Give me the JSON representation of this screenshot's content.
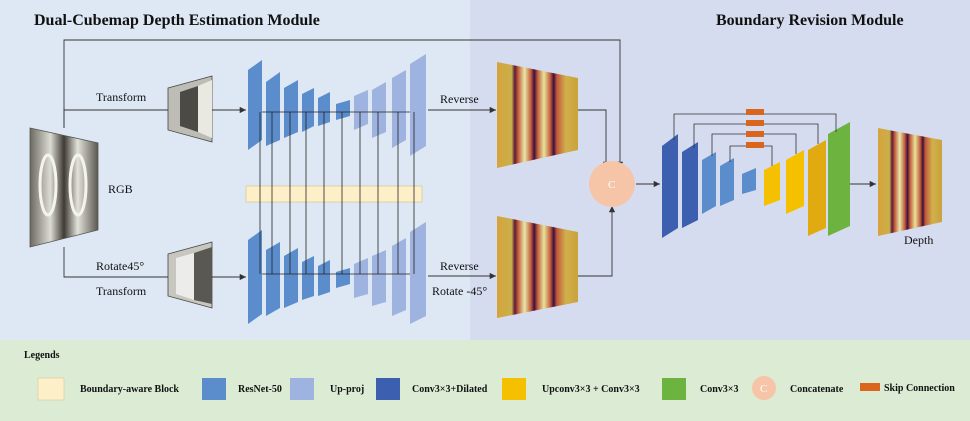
{
  "titles": {
    "left": "Dual-Cubemap Depth Estimation Module",
    "right": "Boundary Revision Module"
  },
  "labels": {
    "transform_top": "Transform",
    "rgb": "RGB",
    "rotate45": "Rotate45°",
    "transform_bottom": "Transform",
    "reverse_top": "Reverse",
    "reverse_bottom": "Reverse",
    "rotate_neg45": "Rotate -45°",
    "concat_symbol": "C",
    "depth": "Depth"
  },
  "legend": {
    "title": "Legends",
    "items": [
      {
        "key": "boundary",
        "label": "Boundary-aware Block",
        "color": "#fdf0c8"
      },
      {
        "key": "resnet",
        "label": "ResNet-50",
        "color": "#5b8ccc"
      },
      {
        "key": "upproj",
        "label": "Up-proj",
        "color": "#9fb3e0"
      },
      {
        "key": "dilated",
        "label": "Conv3×3+Dilated",
        "color": "#3d5fb0"
      },
      {
        "key": "upconv",
        "label": "Upconv3×3 + Conv3×3",
        "color": "#f5c000"
      },
      {
        "key": "conv",
        "label": "Conv3×3",
        "color": "#6cb33f"
      },
      {
        "key": "concat",
        "label": "Concatenate",
        "color": "#f6c5a8"
      },
      {
        "key": "skip",
        "label": "Skip Connection",
        "color": "#d9661c"
      }
    ]
  },
  "colors": {
    "left_bg": "#dde8f4",
    "right_bg": "#d6dcef",
    "legend_bg": "#dcebd4",
    "resnet": "#5b8ccc",
    "upproj": "#9fb3e0",
    "dilated": "#3d5fb0",
    "upconv": "#f5c000",
    "conv": "#6cb33f",
    "concat": "#f6c5a8",
    "skip": "#d9661c",
    "boundary": "#fdf0c8"
  }
}
